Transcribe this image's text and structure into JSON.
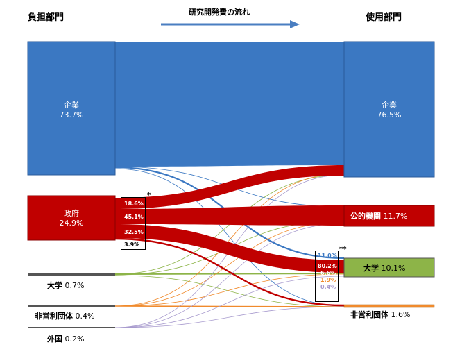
{
  "header": {
    "left_title": "負担部門",
    "right_title": "使用部門",
    "flow_label": "研究開発費の流れ"
  },
  "sources": [
    {
      "name": "企業",
      "pct": "73.7%",
      "color": "#3B78C2"
    },
    {
      "name": "政府",
      "pct": "24.9%",
      "color": "#C00000"
    },
    {
      "name": "大学",
      "pct": "0.7%",
      "color": "#8DB448"
    },
    {
      "name": "非営利団体",
      "pct": "0.4%",
      "color": "#F08A2C"
    },
    {
      "name": "外国",
      "pct": "0.2%",
      "color": "#A89BCE"
    }
  ],
  "targets": [
    {
      "name": "企業",
      "pct": "76.5%",
      "color": "#3B78C2"
    },
    {
      "name": "公的機関",
      "pct": "11.7%",
      "color": "#C00000"
    },
    {
      "name": "大学",
      "pct": "10.1%",
      "color": "#8DB448"
    },
    {
      "name": "非営利団体",
      "pct": "1.6%",
      "color": "#F08A2C"
    }
  ],
  "government_breakdown": {
    "marker": "*",
    "values": [
      "18.6%",
      "45.1%",
      "32.5%",
      "3.9%"
    ]
  },
  "university_breakdown": {
    "marker": "**",
    "values": [
      {
        "text": "11.0%",
        "color": "#3B78C2"
      },
      {
        "text": "80.2%",
        "color": "#ffffff"
      },
      {
        "text": "6.6%",
        "color": "#ffffff"
      },
      {
        "text": "1.9%",
        "color": "#F08A2C"
      },
      {
        "text": "0.4%",
        "color": "#A89BCE"
      }
    ]
  }
}
